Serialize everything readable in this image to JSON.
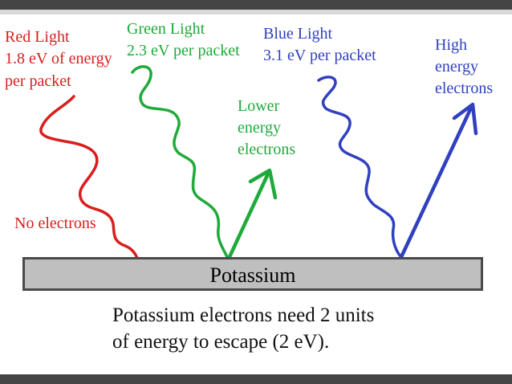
{
  "labels": {
    "red_light": "Red Light",
    "red_energy": "1.8 eV of energy",
    "red_packet": "per packet",
    "green_light": "Green Light",
    "green_energy": "2.3 eV per packet",
    "blue_light": "Blue Light",
    "blue_energy": "3.1 eV per packet",
    "high": "High",
    "high_energy": "energy",
    "high_electrons": "electrons",
    "lower": "Lower",
    "lower_energy": "energy",
    "lower_electrons": "electrons",
    "no_electrons": "No electrons",
    "potassium": "Potassium"
  },
  "caption": {
    "line1": "Potassium electrons need 2 units",
    "line2": "of energy to escape (2 eV)."
  },
  "colors": {
    "red": "#d91e1e",
    "green": "#1faa3a",
    "blue": "#3040c0",
    "plate": "#bfbfbf",
    "frame": "#454545"
  }
}
